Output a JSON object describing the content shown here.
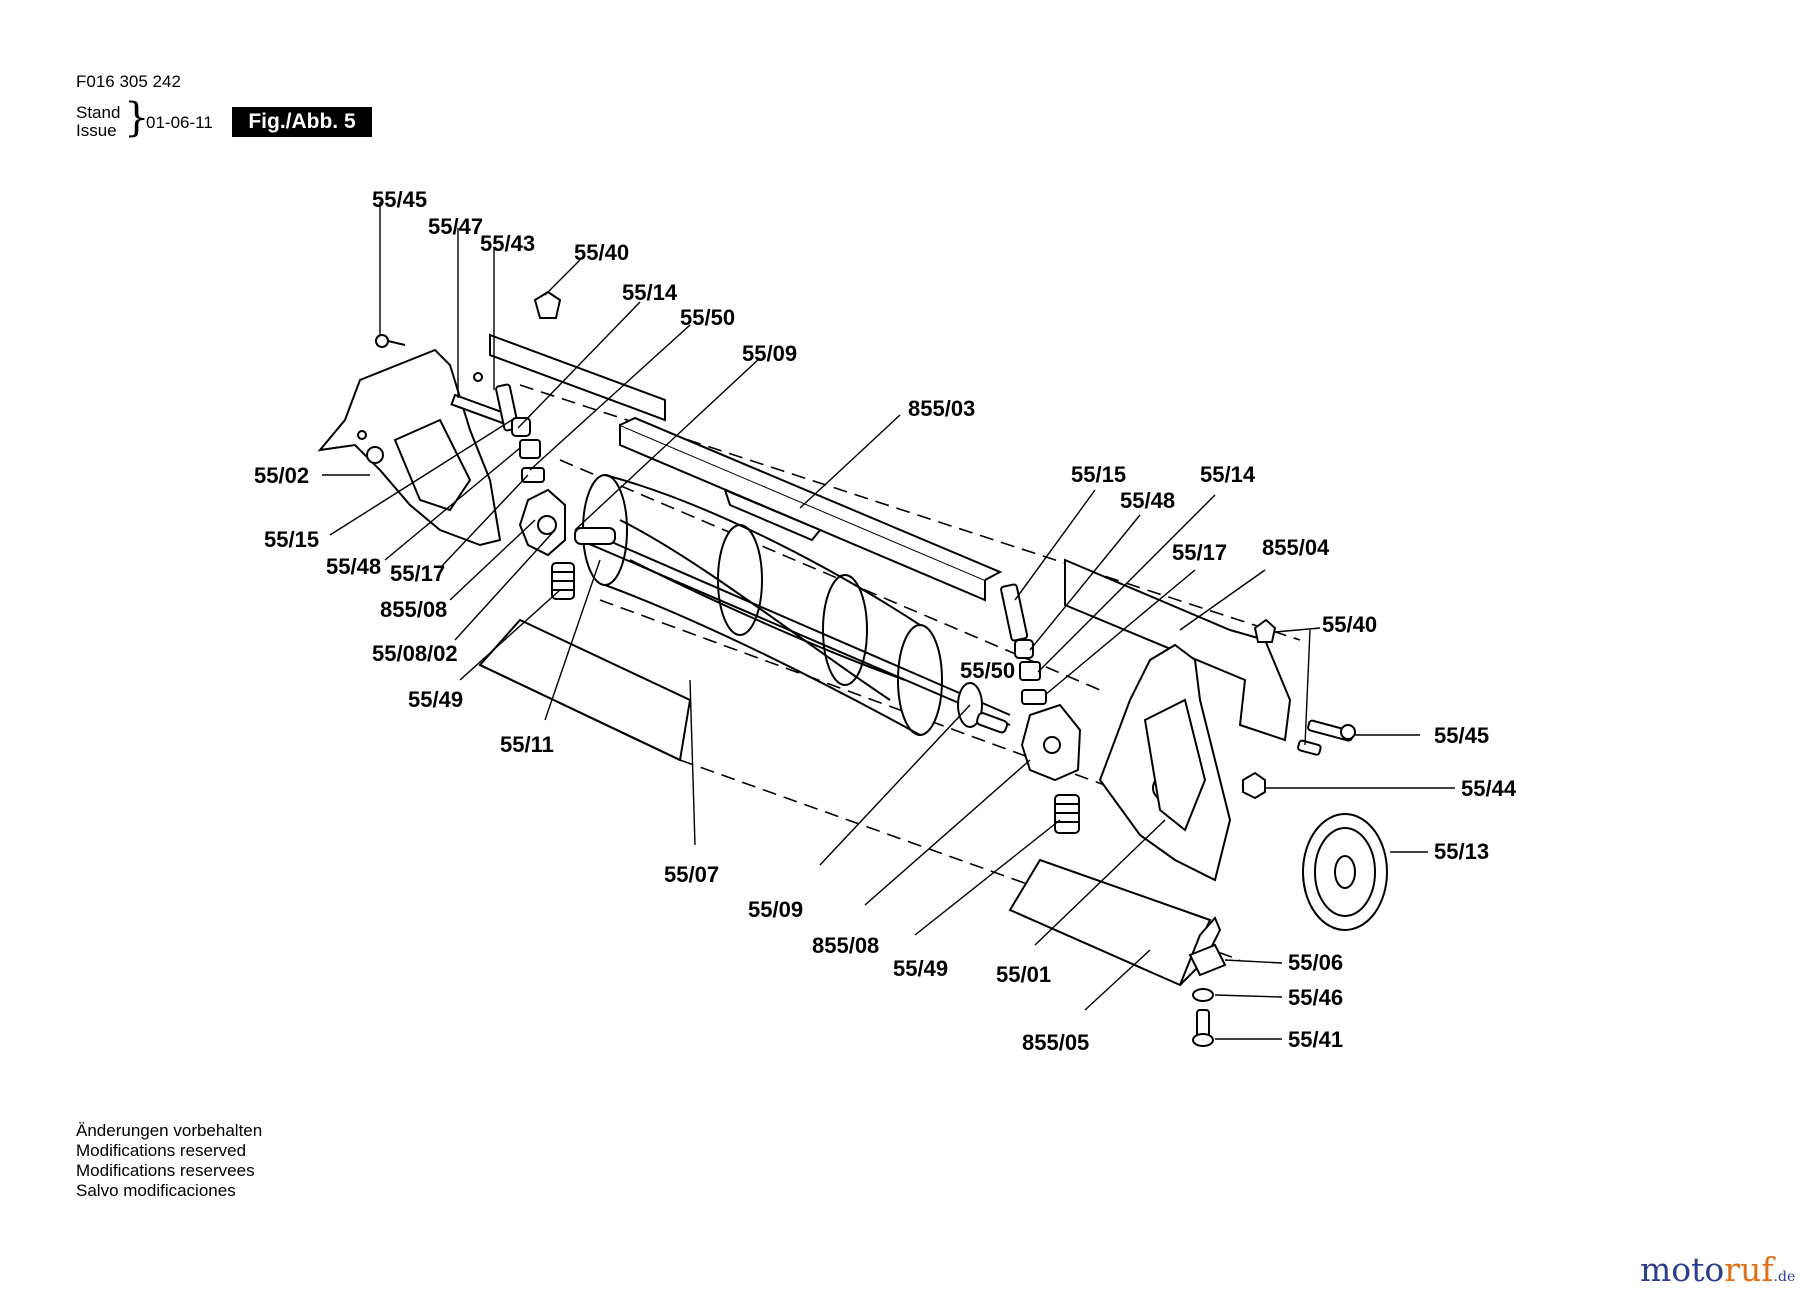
{
  "header": {
    "doc_number": "F016 305 242",
    "stand_label": "Stand",
    "issue_label": "Issue",
    "date": "01-06-11",
    "figure_label": "Fig./Abb. 5"
  },
  "parts": {
    "p1": "55/45",
    "p2": "55/47",
    "p3": "55/43",
    "p4": "55/40",
    "p5": "55/14",
    "p6": "55/50",
    "p7": "55/09",
    "p8": "855/03",
    "p9": "55/02",
    "p10": "55/15",
    "p11": "55/48",
    "p12": "55/17",
    "p13": "855/08",
    "p14": "55/08/02",
    "p15": "55/49",
    "p16": "55/11",
    "p17": "55/07",
    "p18": "55/09",
    "p19": "855/08",
    "p20": "55/49",
    "p21": "55/01",
    "p22": "855/05",
    "p23": "55/15",
    "p24": "55/14",
    "p25": "55/48",
    "p26": "55/17",
    "p27": "855/04",
    "p28": "55/40",
    "p29": "55/50",
    "p30": "55/45",
    "p31": "55/44",
    "p32": "55/13",
    "p33": "55/06",
    "p34": "55/46",
    "p35": "55/41"
  },
  "footer": {
    "lines": [
      "Änderungen vorbehalten",
      "Modifications reserved",
      "Modifications reservees",
      "Salvo modificaciones"
    ]
  },
  "brand": {
    "main": "moto",
    "accent": "ruf",
    "suffix": ".de"
  }
}
